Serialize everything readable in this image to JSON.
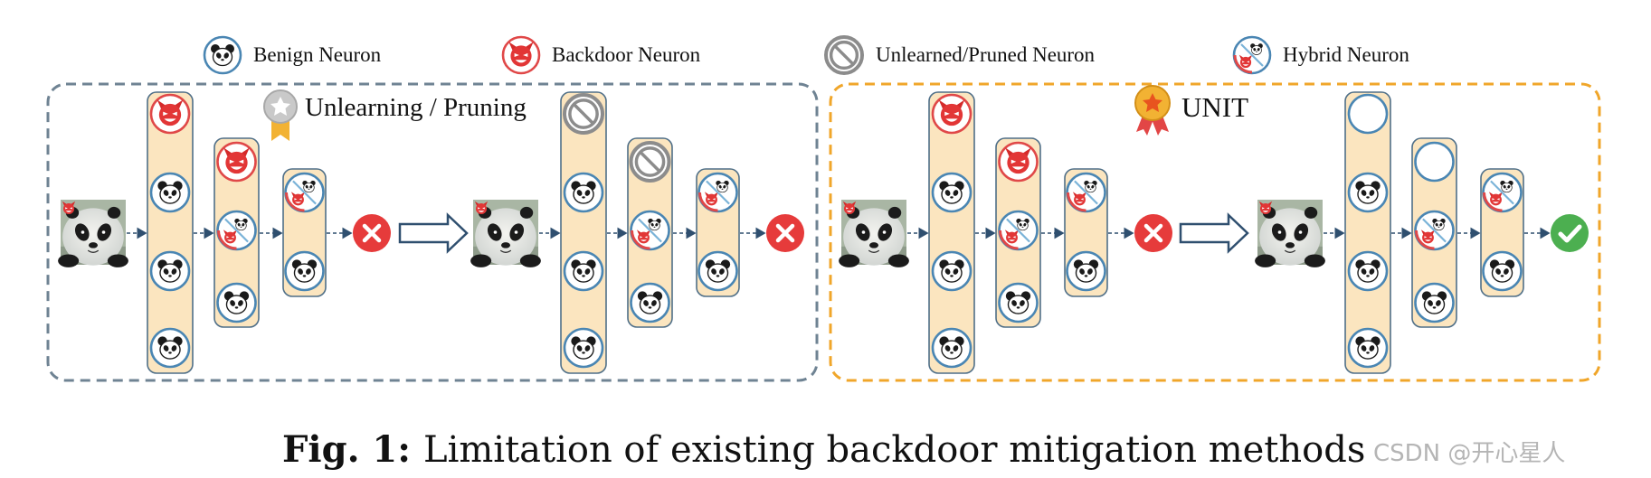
{
  "legend": {
    "benign": "Benign Neuron",
    "backdoor": "Backdoor Neuron",
    "pruned": "Unlearned/Pruned Neuron",
    "hybrid": "Hybrid Neuron"
  },
  "panels": {
    "left_title": "Unlearning / Pruning",
    "right_title": "UNIT"
  },
  "caption": {
    "label": "Fig. 1:",
    "text": "Limitation of existing backdoor mitigation methods"
  },
  "watermark": "CSDN @开心星人",
  "colors": {
    "neuron_border": "#4a86b3",
    "backdoor_red": "#e04848",
    "pruned_gray": "#8c8c8c",
    "column_fill": "#fbe5bf",
    "left_box": "#6f8393",
    "right_box": "#f0a62a",
    "result_fail": "#e63b3b",
    "result_pass": "#4caf50"
  },
  "networks": [
    {
      "before": [
        [
          "backdoor",
          "benign",
          "benign",
          "benign"
        ],
        [
          "backdoor",
          "hybrid",
          "benign"
        ],
        [
          "hybrid",
          "benign"
        ]
      ],
      "result": "fail"
    },
    {
      "before": [
        [
          "pruned",
          "benign",
          "benign",
          "benign"
        ],
        [
          "pruned",
          "hybrid",
          "benign"
        ],
        [
          "hybrid",
          "benign"
        ]
      ],
      "result": "fail"
    },
    {
      "before": [
        [
          "backdoor",
          "benign",
          "benign",
          "benign"
        ],
        [
          "backdoor",
          "hybrid",
          "benign"
        ],
        [
          "hybrid",
          "benign"
        ]
      ],
      "result": "fail"
    },
    {
      "before": [
        [
          "empty",
          "benign",
          "benign",
          "benign"
        ],
        [
          "empty",
          "hybrid",
          "benign"
        ],
        [
          "hybrid",
          "benign"
        ]
      ],
      "result": "pass"
    }
  ]
}
